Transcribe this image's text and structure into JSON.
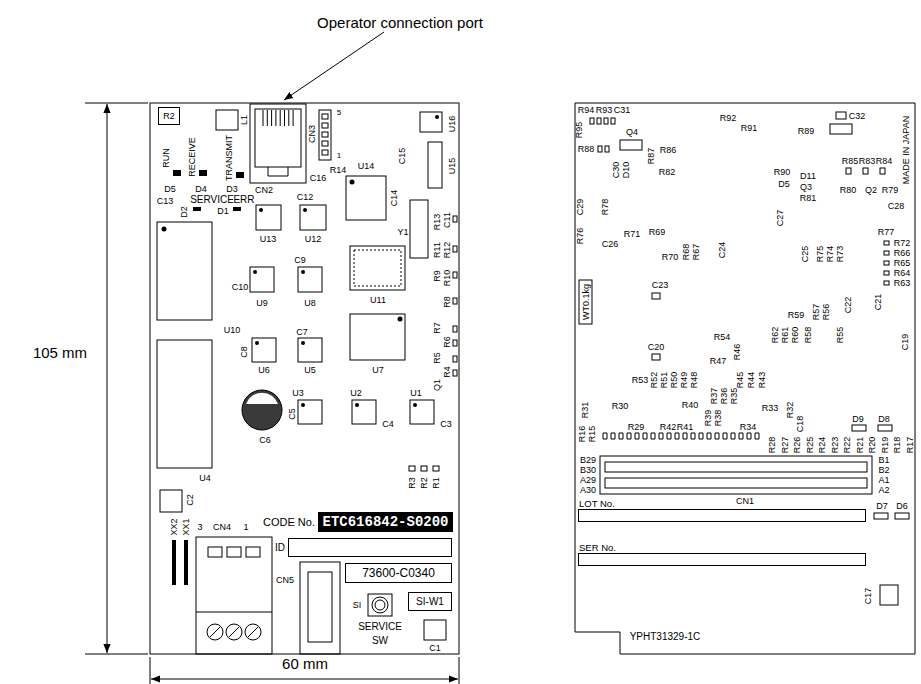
{
  "diagram": {
    "nodes": [
      {
        "text": [
          "R2"
        ]
      },
      {
        "text": [
          "CODE No.",
          "ETC616842-S0200"
        ]
      },
      {
        "text": [
          "ID"
        ]
      },
      {
        "text": [
          "73600-C0340"
        ]
      },
      {
        "text": [
          "SI-W1"
        ]
      },
      {
        "text": [
          "WT0.1kg"
        ]
      },
      {
        "text": [
          "LOT No."
        ]
      },
      {
        "text": [
          "SER No."
        ]
      }
    ],
    "labels": [
      "Operator connection port",
      "105 mm",
      "60 mm",
      "L1",
      "CN2",
      "CN3",
      "5",
      "1",
      "R14",
      "C16",
      "U14",
      "C15",
      "U16",
      "U15",
      "RUN",
      "RECEIVE",
      "TRANSMIT",
      "D5",
      "D4",
      "D3",
      "C13",
      "SERVICE",
      "ERR",
      "D2",
      "D1",
      "C12",
      "U13",
      "U12",
      "C14",
      "Y1",
      "R13",
      "C11",
      "R11",
      "R12",
      "R9",
      "R10",
      "R8",
      "R7",
      "R6",
      "R5",
      "R4",
      "Q1",
      "C9",
      "C10",
      "U9",
      "U8",
      "U11",
      "U10",
      "C7",
      "C8",
      "U6",
      "U5",
      "U7",
      "U3",
      "U2",
      "U1",
      "C5",
      "C6",
      "C4",
      "C3",
      "U4",
      "R3",
      "R2",
      "R1",
      "C2",
      "XX2",
      "XX1",
      "3",
      "CN4",
      "1",
      "CN5",
      "SI",
      "SERVICE",
      "SW",
      "C1",
      "R94",
      "R93",
      "C31",
      "R95",
      "R88",
      "Q4",
      "R87",
      "R86",
      "R82",
      "C30",
      "D10",
      "R92",
      "R91",
      "R89",
      "C32",
      "R90",
      "D5",
      "D11",
      "Q3",
      "R81",
      "R85",
      "R83",
      "R84",
      "R80",
      "Q2",
      "R79",
      "MADE IN JAPAN",
      "C29",
      "R78",
      "R76",
      "C26",
      "R71",
      "R69",
      "R70",
      "R68",
      "R67",
      "C24",
      "C27",
      "C28",
      "R77",
      "R72",
      "R66",
      "R65",
      "R64",
      "R63",
      "C25",
      "R75",
      "R74",
      "R73",
      "C23",
      "R59",
      "R57",
      "R56",
      "C22",
      "C21",
      "C19",
      "R62",
      "R61",
      "R60",
      "R58",
      "R55",
      "C20",
      "R54",
      "R47",
      "R46",
      "R53",
      "R52",
      "R51",
      "R50",
      "R49",
      "R48",
      "R45",
      "R44",
      "R43",
      "R40",
      "R37",
      "R36",
      "R35",
      "R33",
      "R32",
      "R30",
      "R31",
      "R16",
      "R15",
      "R29",
      "R42",
      "R41",
      "R39",
      "R38",
      "R34",
      "C18",
      "D9",
      "D8",
      "R28",
      "R27",
      "R26",
      "R25",
      "R24",
      "R23",
      "R22",
      "R21",
      "R20",
      "R19",
      "R18",
      "R17",
      "B29",
      "B30",
      "A29",
      "A30",
      "B1",
      "B2",
      "A1",
      "A2",
      "CN1",
      "D7",
      "D6",
      "C17",
      "YPHT31329-1C"
    ]
  }
}
